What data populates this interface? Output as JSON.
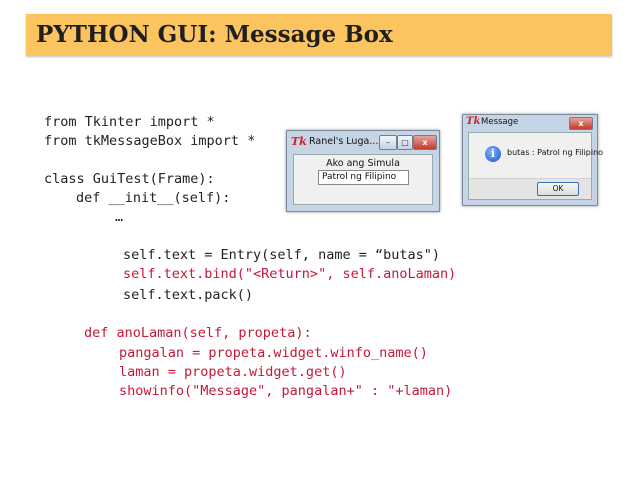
{
  "slide": {
    "title": "PYTHON GUI: Message Box",
    "code": [
      "from Tkinter import *",
      "from tkMessageBox import *",
      "class GuiTest(Frame):",
      "def __init__(self):",
      "…",
      "self.text = Entry(self, name = “butas\")",
      "self.text.bind(\"<Return>\", self.anoLaman)",
      "self.text.pack()",
      "def anoLaman(self, propeta):",
      "pangalan = propeta.widget.winfo_name()",
      "laman = propeta.widget.get()",
      "showinfo(\"Message\", pangalan+\" : \"+laman)"
    ]
  },
  "window1": {
    "icon_label": "Tk",
    "title": "Ranel's Luga...",
    "label": "Ako ang Simula",
    "entry_value": "Patrol ng Filipino",
    "btn_min": "–",
    "btn_max": "□",
    "btn_close": "x"
  },
  "window2": {
    "icon_label": "Tk",
    "title": "Message",
    "icon_glyph": "i",
    "message": "butas : Patrol ng Filipino",
    "ok_label": "OK",
    "btn_close": "x"
  },
  "colors": {
    "title_bar": "#fcc45f",
    "code_highlight": "#c5183a"
  }
}
